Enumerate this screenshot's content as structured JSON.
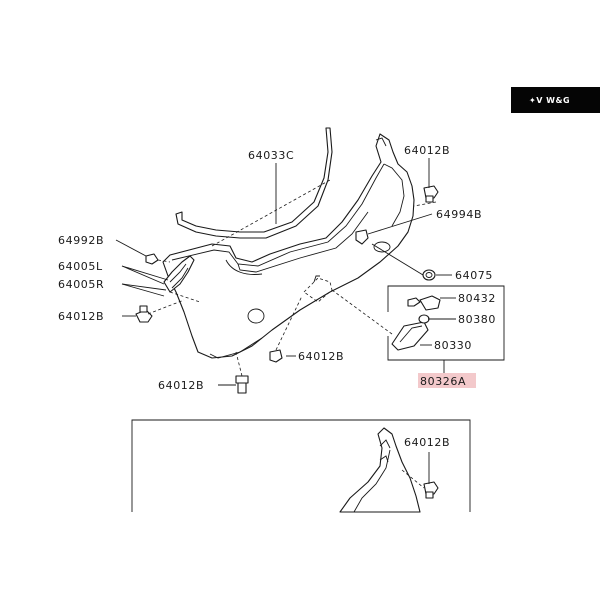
{
  "watermark": {
    "logo_text": "✦V W&G"
  },
  "colors": {
    "highlight_fill": "#f3c9cb",
    "line": "#1a1a1a",
    "badge_bg": "#050505"
  },
  "parts": [
    {
      "id": "64033C"
    },
    {
      "id": "64012B"
    },
    {
      "id": "64994B"
    },
    {
      "id": "64992B"
    },
    {
      "id": "64005L"
    },
    {
      "id": "64005R"
    },
    {
      "id": "64075"
    },
    {
      "id": "64012B"
    },
    {
      "id": "80432"
    },
    {
      "id": "80380"
    },
    {
      "id": "80330"
    },
    {
      "id": "64012B"
    },
    {
      "id": "64012B"
    },
    {
      "id": "80326A",
      "highlighted": true
    },
    {
      "id": "64012B"
    }
  ]
}
